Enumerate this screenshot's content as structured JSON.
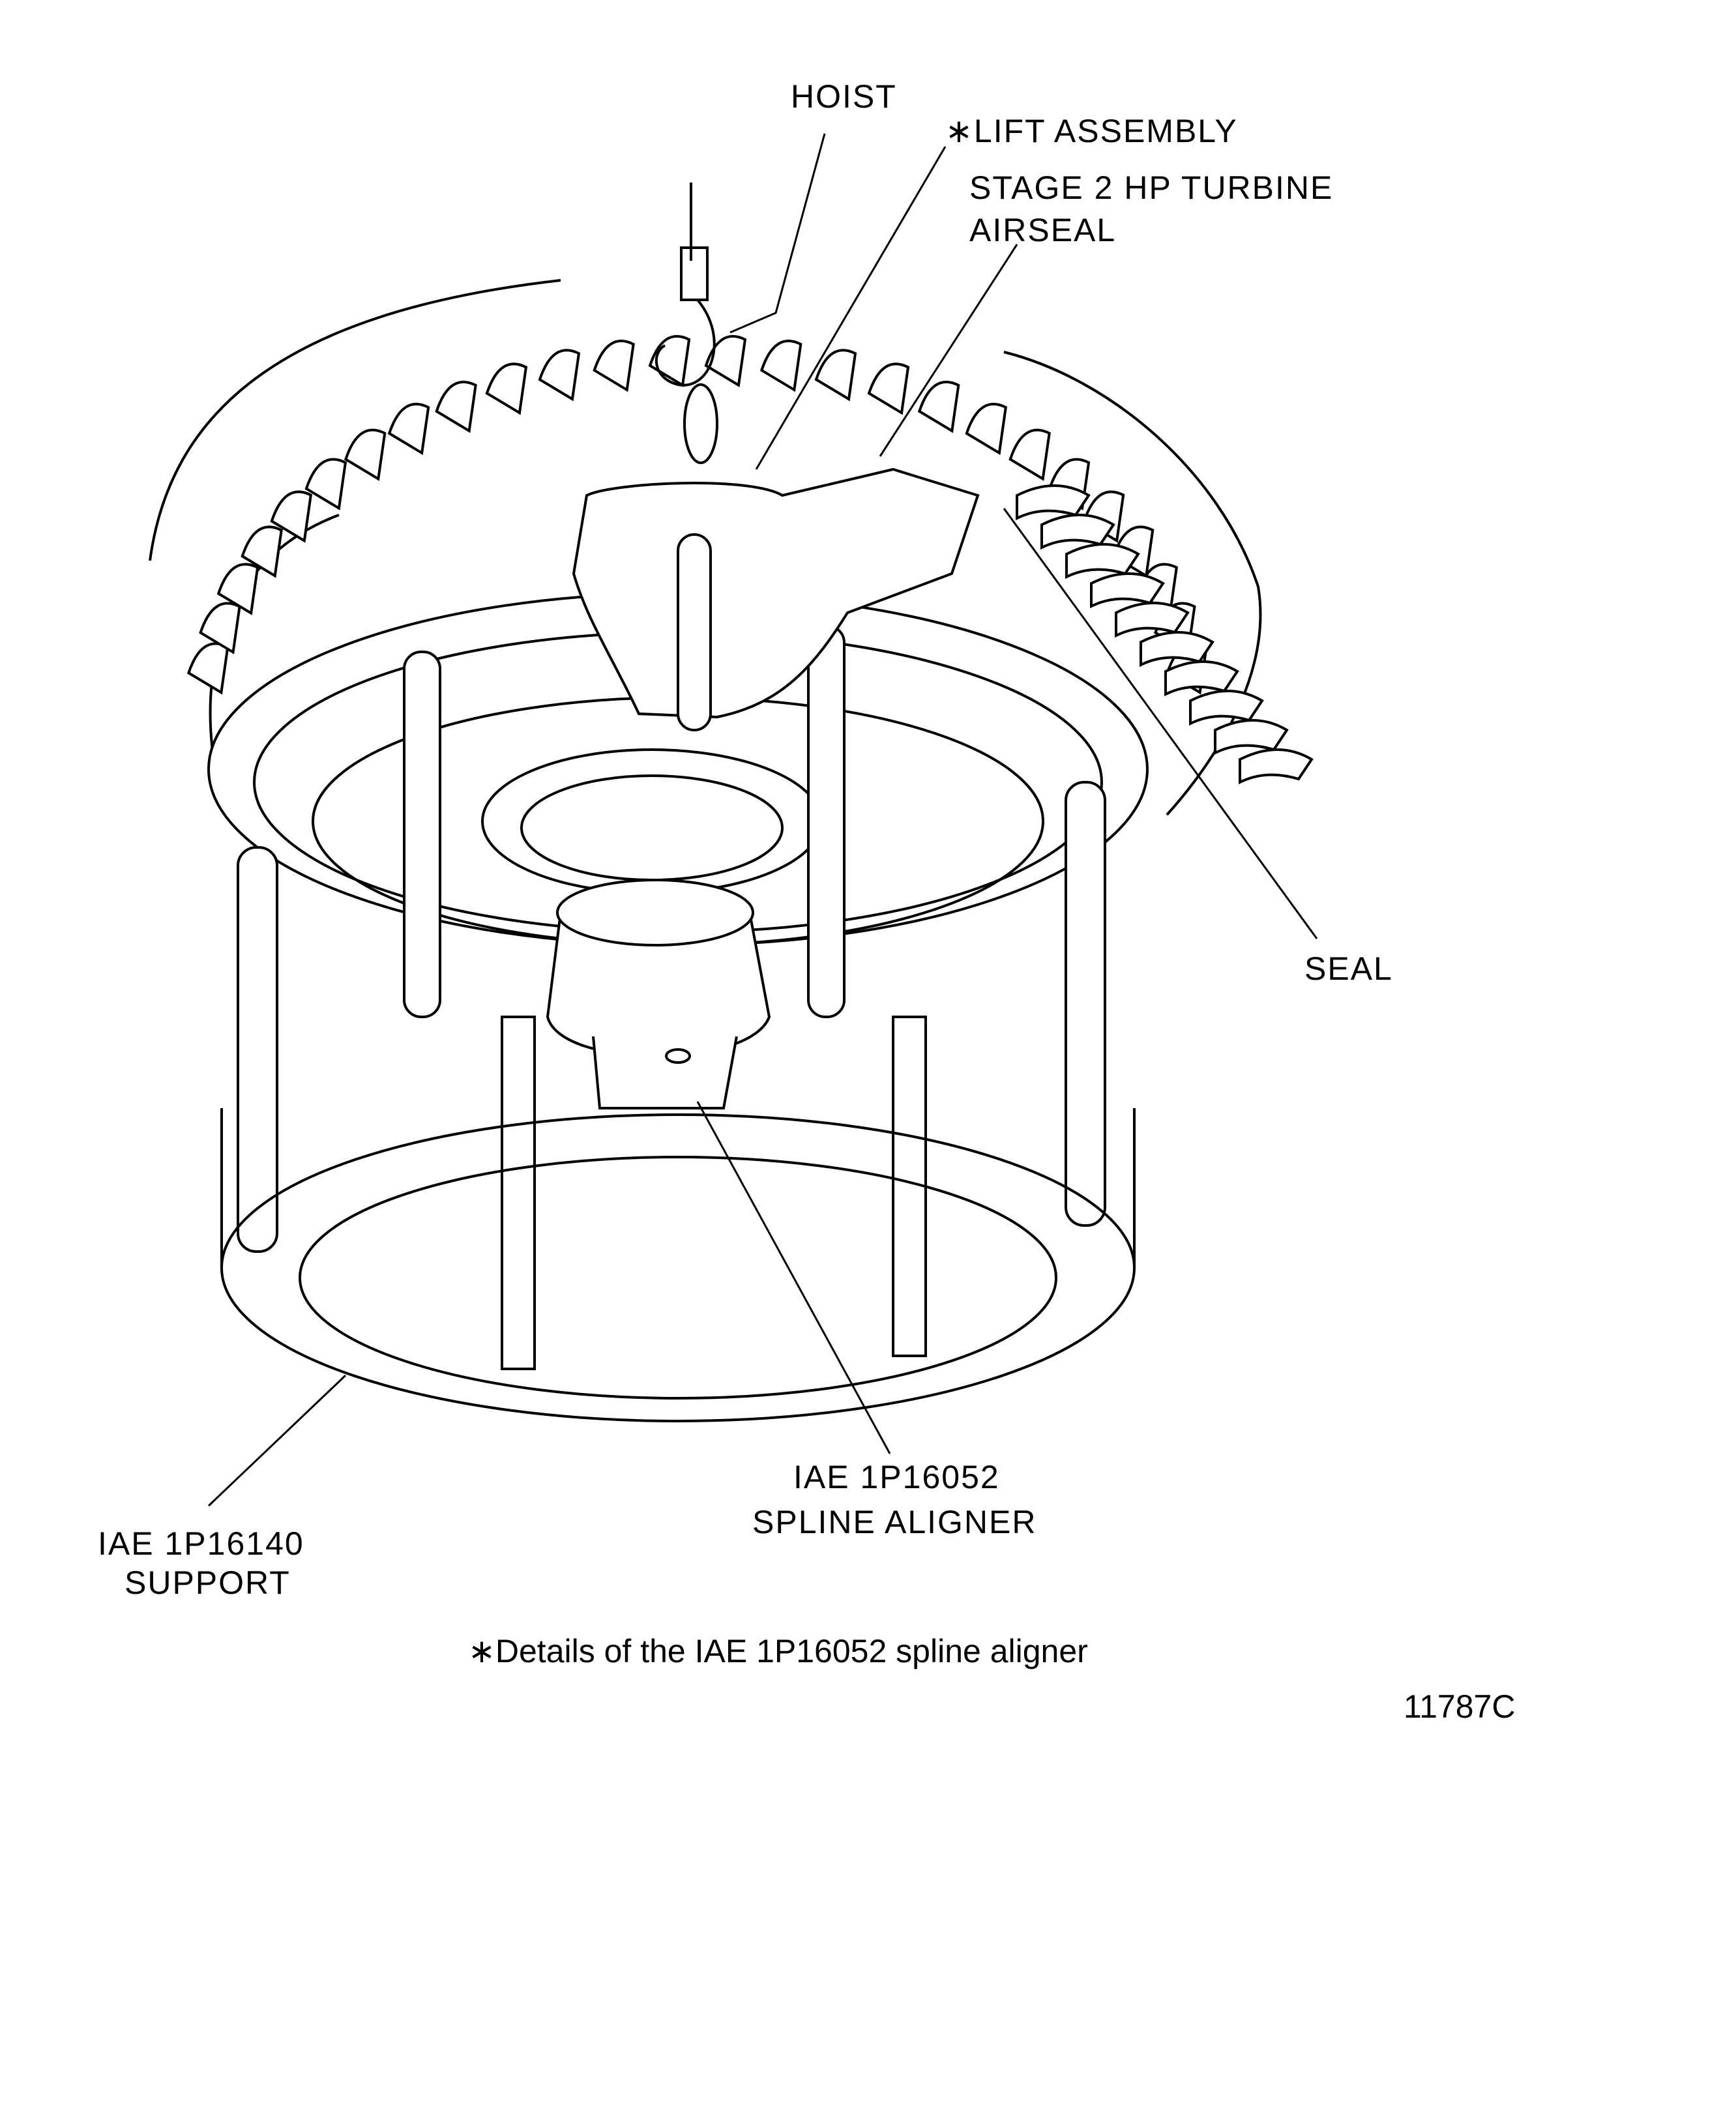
{
  "labels": {
    "hoist": "HOIST",
    "lift_assembly": "∗LIFT ASSEMBLY",
    "airseal_line1": "STAGE 2 HP TURBINE",
    "airseal_line2": "AIRSEAL",
    "seal": "SEAL",
    "aligner_line1": "IAE 1P16052",
    "aligner_line2": "SPLINE ALIGNER",
    "support_line1": "IAE 1P16140",
    "support_line2": "SUPPORT"
  },
  "footnote": "∗Details of the IAE 1P16052 spline aligner",
  "figure_number": "11787C"
}
